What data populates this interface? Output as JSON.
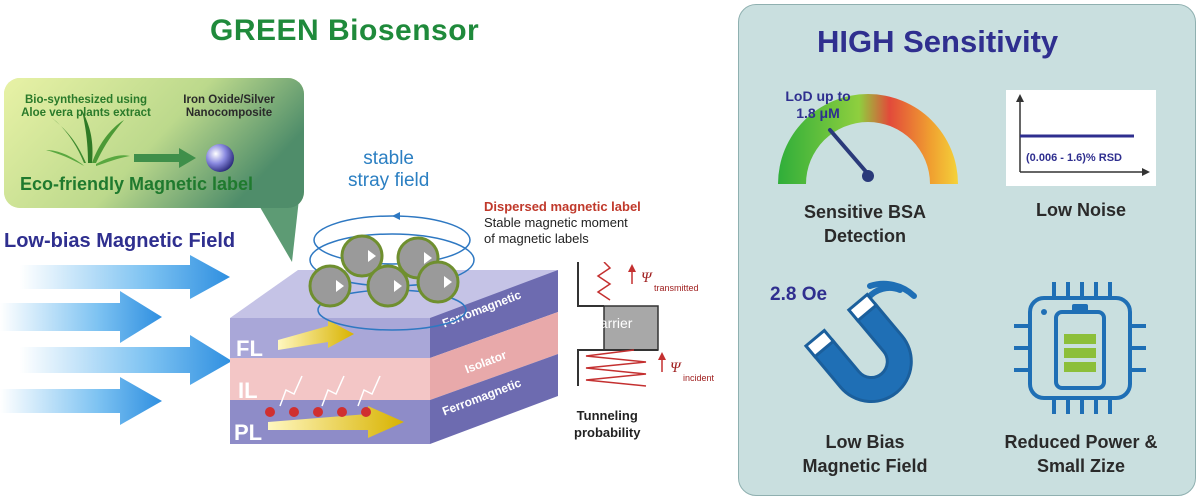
{
  "left_panel": {
    "title": "GREEN Biosensor",
    "bubble": {
      "biosynth_line1": "Bio-synthesized using",
      "biosynth_line2": "Aloe vera plants extract",
      "nano_line1": "Iron Oxide/Silver",
      "nano_line2": "Nanocomposite",
      "eco_label": "Eco-friendly Magnetic label"
    },
    "low_bias_field": "Low-bias Magnetic Field",
    "stray_line1": "stable",
    "stray_line2": "stray field",
    "dispersed_title": "Dispersed magnetic label",
    "dispersed_line1": "Stable magnetic moment",
    "dispersed_line2": "of magnetic labels",
    "layers": {
      "top_rot": "Ferromagnetic",
      "mid_rot": "Isolator",
      "bot_rot": "Ferromagnetic",
      "fl": "FL",
      "il": "IL",
      "pl": "PL"
    },
    "tunneling": {
      "barrier": "barrier",
      "psi": "Ψ",
      "transmitted": "transmitted",
      "incident": "incident",
      "caption_line1": "Tunneling",
      "caption_line2": "probability"
    }
  },
  "right_panel": {
    "title": "HIGH Sensitivity",
    "gauge": {
      "lod_line1": "LoD up to",
      "lod_line2": "1.8 μM",
      "label_line1": "Sensitive BSA",
      "label_line2": "Detection"
    },
    "noise": {
      "rsd": "(0.006 - 1.6)% RSD",
      "label": "Low Noise"
    },
    "magnet": {
      "value": "2.8 Oe",
      "label_line1": "Low Bias",
      "label_line2": "Magnetic Field",
      "icon": "magnet-icon"
    },
    "battery": {
      "label_line1": "Reduced Power &",
      "label_line2": "Small Zize",
      "icon": "battery-chip-icon"
    }
  },
  "colors": {
    "green_title": "#1f8a3b",
    "blue_title": "#2f2f8f",
    "panel_bg": "#c9dfdf",
    "magnet_blue": "#1f6fb5"
  }
}
